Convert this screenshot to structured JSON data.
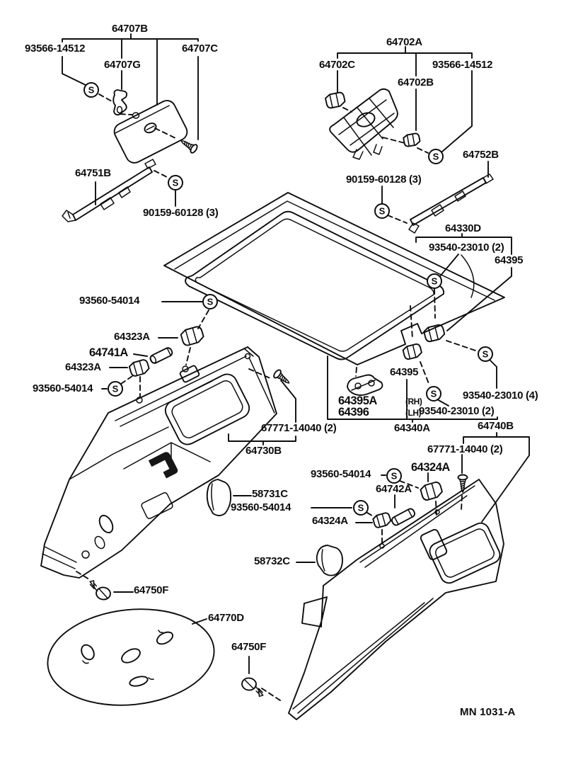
{
  "diagram_title": "Toyota rear interior trim / package tray parts diagram",
  "footer": {
    "code": "MN 1031-A"
  },
  "symbols": {
    "screw_mark": "S"
  },
  "labels": {
    "l64707B": "64707B",
    "l93566_left": "93566-14512",
    "l64707C": "64707C",
    "l64707G": "64707G",
    "l64751B": "64751B",
    "l90159_left": "90159-60128 (3)",
    "l64702A": "64702A",
    "l64702C": "64702C",
    "l93566_right": "93566-14512",
    "l64702B": "64702B",
    "l64752B": "64752B",
    "l90159_right": "90159-60128 (3)",
    "l64330D": "64330D",
    "l93540_2_top": "93540-23010 (2)",
    "l64395_top": "64395",
    "l93560_a": "93560-54014",
    "l64323A_1": "64323A",
    "l64741A": "64741A",
    "l64323A_2": "64323A",
    "l93560_b": "93560-54014",
    "l64395_mid": "64395",
    "l64395A_part": "64395A",
    "l64395A_side": "(RH)",
    "l64396_part": "64396",
    "l64396_side": "(LH)",
    "l93540_2_bot": "93540-23010 (2)",
    "l93540_4": "93540-23010 (4)",
    "l64340A": "64340A",
    "l64740B": "64740B",
    "l67771_right": "67771-14040 (2)",
    "l67771_left": "67771-14040 (2)",
    "l64730B": "64730B",
    "l93560_c": "93560-54014",
    "l64324A_1": "64324A",
    "l64742A": "64742A",
    "l93560_d": "93560-54014",
    "l64324A_2": "64324A",
    "l58731C": "58731C",
    "l58732C": "58732C",
    "l64750F_1": "64750F",
    "l64770D": "64770D",
    "l64750F_2": "64750F"
  }
}
